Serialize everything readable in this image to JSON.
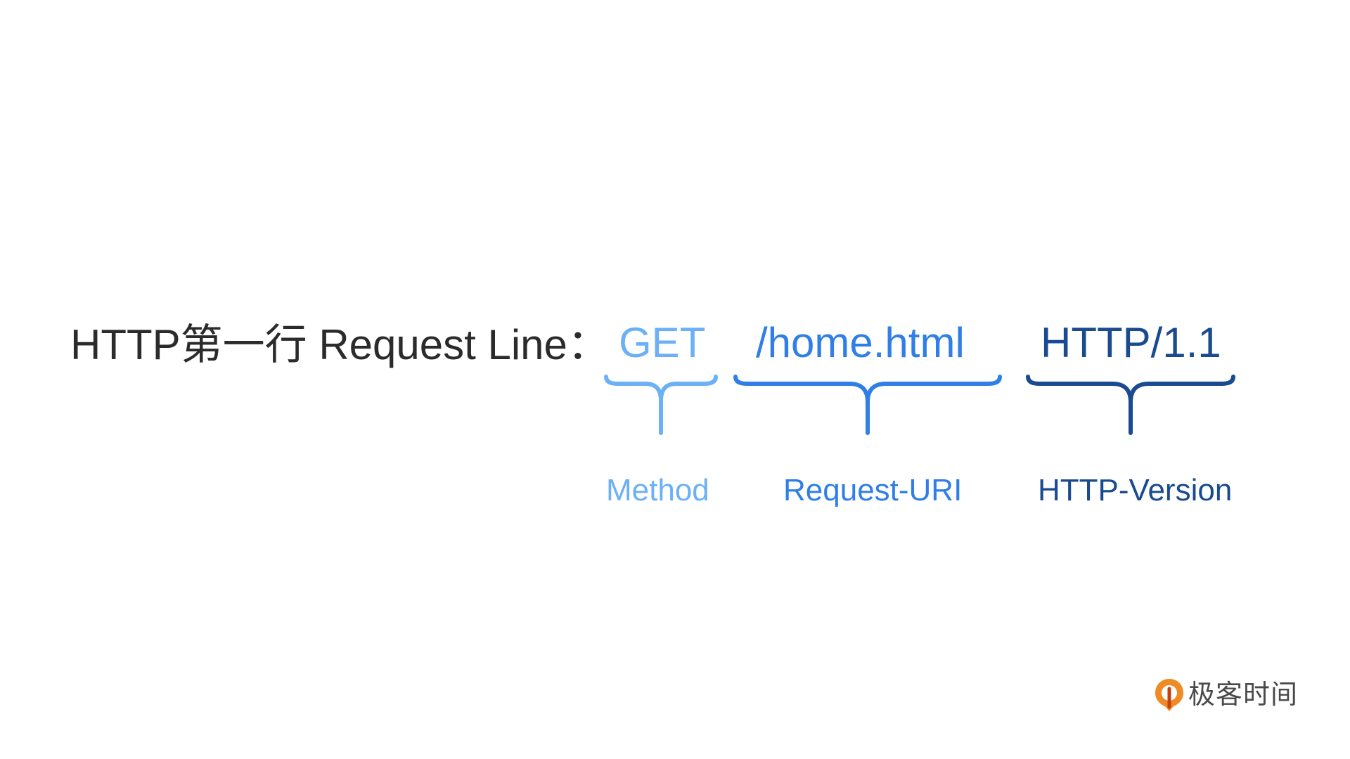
{
  "title": "HTTP第一行 Request Line：",
  "parts": [
    {
      "text": "GET",
      "label": "Method",
      "color": "#6cb0f5"
    },
    {
      "text": "/home.html",
      "label": "Request-URI",
      "color": "#2f7fe6"
    },
    {
      "text": "HTTP/1.1",
      "label": "HTTP-Version",
      "color": "#1a4a8f"
    }
  ],
  "logo": {
    "text": "极客时间",
    "color": "#f08a24"
  }
}
